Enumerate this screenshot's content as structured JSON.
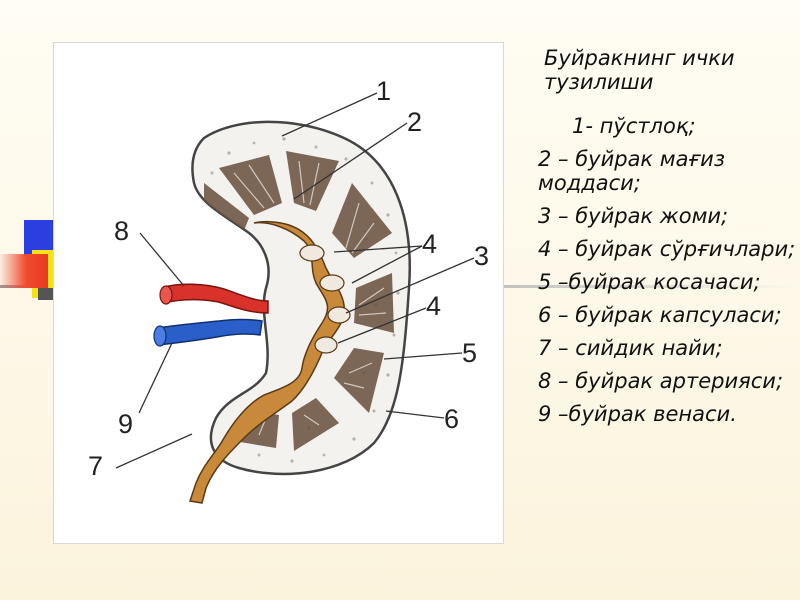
{
  "slide": {
    "title": "Буйракнинг ички тузилиши",
    "legend": [
      "1-  пўстлоқ;",
      "2 – буйрак мағиз моддаси;",
      "3 – буйрак жоми;",
      "4 – буйрак сўрғичлари;",
      "5 –буйрак косачаси;",
      "6 – буйрак капсуласи;",
      "7 – сийдик найи;",
      "8 – буйрак артерияси;",
      "9 –буйрак венаси."
    ]
  },
  "figure": {
    "callouts": [
      "1",
      "2",
      "3",
      "4",
      "4",
      "5",
      "6",
      "7",
      "8",
      "9"
    ]
  },
  "colors": {
    "artery": "#d9322b",
    "vein": "#2a5fc9",
    "pelvis": "#c9893a",
    "medulla": "#6b5240",
    "capsule_outline": "#444444",
    "decor_blue": "#2b3fe0",
    "decor_yellow": "#f7e21a",
    "decor_red": "#f04b2e"
  }
}
